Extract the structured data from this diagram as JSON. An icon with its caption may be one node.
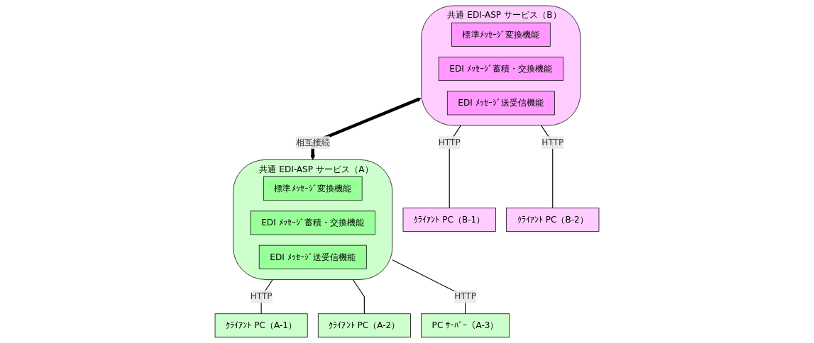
{
  "diagram": {
    "nodes": [
      {
        "text": [
          "共通 EDI-ASP サービス（B）"
        ]
      },
      {
        "text": [
          "標準ﾒｯｾｰｼﾞ変換機能"
        ],
        "in": 0
      },
      {
        "text": [
          "EDI ﾒｯｾｰｼﾞ蓄積・交換機能"
        ],
        "in": 0
      },
      {
        "text": [
          "EDI ﾒｯｾｰｼﾞ送受信機能"
        ],
        "in": 0
      },
      {
        "text": [
          "ｸﾗｲｱﾝﾄ PC（B-1）"
        ]
      },
      {
        "text": [
          "ｸﾗｲｱﾝﾄ PC（B-2）"
        ]
      },
      {
        "text": [
          "共通 EDI-ASP サービス（A）"
        ]
      },
      {
        "text": [
          "標準ﾒｯｾｰｼﾞ変換機能"
        ],
        "in": 6
      },
      {
        "text": [
          "EDI ﾒｯｾｰｼﾞ蓄積・交換機能"
        ],
        "in": 6
      },
      {
        "text": [
          "EDI ﾒｯｾｰｼﾞ送受信機能"
        ],
        "in": 6
      },
      {
        "text": [
          "ｸﾗｲｱﾝﾄ PC（A-1）"
        ]
      },
      {
        "text": [
          "ｸﾗｲｱﾝﾄ PC（A-2）"
        ]
      },
      {
        "text": [
          "PC ｻｰﾊﾞｰ（A-3）"
        ]
      }
    ],
    "edges": [
      {
        "from": 0,
        "to": 4,
        "arrow": "none",
        "label": "HTTP"
      },
      {
        "from": 0,
        "to": 5,
        "arrow": "none",
        "label": "HTTP"
      },
      {
        "from": 0,
        "to": 6,
        "arrow": "both",
        "label": "相互接続",
        "style": "thick"
      },
      {
        "from": 6,
        "to": 10,
        "arrow": "none",
        "label": "HTTP"
      },
      {
        "from": 6,
        "to": 11,
        "arrow": "none"
      },
      {
        "from": 6,
        "to": 12,
        "arrow": "none",
        "label": "HTTP"
      }
    ]
  }
}
